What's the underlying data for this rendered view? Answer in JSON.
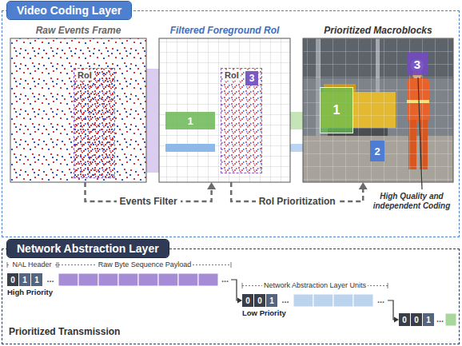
{
  "diagram": {
    "nodes": [
      {
        "text": [
          "Video Coding Layer"
        ]
      },
      {
        "text": [
          "Raw Events Frame"
        ],
        "in": 0
      },
      {
        "text": [
          "RoI"
        ],
        "in": 1
      },
      {
        "text": [
          "Filtered Foreground RoI"
        ],
        "in": 0
      },
      {
        "text": [
          "RoI"
        ],
        "in": 3
      },
      {
        "text": [
          "3"
        ],
        "in": 4
      },
      {
        "text": [
          "1"
        ],
        "in": 3
      },
      {
        "text": [
          "Prioritized Macroblocks"
        ],
        "in": 0
      },
      {
        "text": [
          "1"
        ],
        "in": 7
      },
      {
        "text": [
          "2"
        ],
        "in": 7
      },
      {
        "text": [
          "3"
        ],
        "in": 7
      },
      {
        "text": [
          "Network Abstraction Layer",
          "Prioritized Transmission"
        ]
      },
      {
        "text": [
          "NAL Header",
          "Raw Byte Sequence Payload",
          "...",
          "...",
          "High Priority"
        ],
        "in": 11
      },
      {
        "text": [
          "0"
        ],
        "in": 12
      },
      {
        "text": [
          "1"
        ],
        "in": 12
      },
      {
        "text": [
          "1"
        ],
        "in": 12
      },
      {
        "text": [
          "Network Abstraction Layer Units",
          "...",
          "...",
          "Low Priority"
        ],
        "in": 11
      },
      {
        "text": [
          "0"
        ],
        "in": 16
      },
      {
        "text": [
          "0"
        ],
        "in": 16
      },
      {
        "text": [
          "1"
        ],
        "in": 16
      },
      {
        "text": [
          "..."
        ],
        "in": 11
      },
      {
        "text": [
          "0"
        ],
        "in": 20
      },
      {
        "text": [
          "0"
        ],
        "in": 20
      },
      {
        "text": [
          "1"
        ],
        "in": 20
      }
    ],
    "edges": [
      {
        "from": 1,
        "to": 3,
        "arrow": "to",
        "label": "Events Filter"
      },
      {
        "from": 3,
        "to": 7,
        "arrow": "to",
        "label": "RoI Prioritization"
      },
      {
        "from": 12,
        "to": 16,
        "arrow": "to"
      },
      {
        "from": 16,
        "to": 20,
        "arrow": "to"
      }
    ],
    "labels": [
      "High Quality and independent Coding"
    ]
  }
}
